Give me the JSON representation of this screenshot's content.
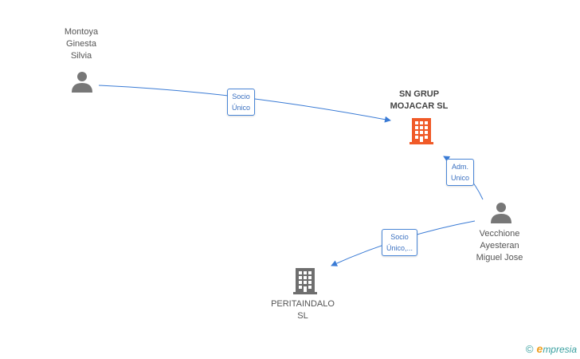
{
  "nodes": {
    "montoya": {
      "label": "Montoya\nGinesta\nSilvia",
      "type": "person"
    },
    "sngrup": {
      "label": "SN GRUP\nMOJACAR SL",
      "type": "company-main"
    },
    "vecchione": {
      "label": "Vecchione\nAyesteran\nMiguel Jose",
      "type": "person"
    },
    "peritaindalo": {
      "label": "PERITAINDALO\nSL",
      "type": "company"
    }
  },
  "edges": {
    "montoya_sngrup": {
      "label": "Socio\nÚnico"
    },
    "vecchione_sngrup": {
      "label": "Adm.\nUnico"
    },
    "vecchione_peritaindalo": {
      "label": "Socio\nÚnico,..."
    }
  },
  "colors": {
    "edge": "#3a7bd5",
    "person": "#777777",
    "company_main": "#f05a28",
    "company": "#6e6e6e"
  },
  "brand": {
    "copyright": "©",
    "e": "e",
    "rest": "mpresia"
  }
}
